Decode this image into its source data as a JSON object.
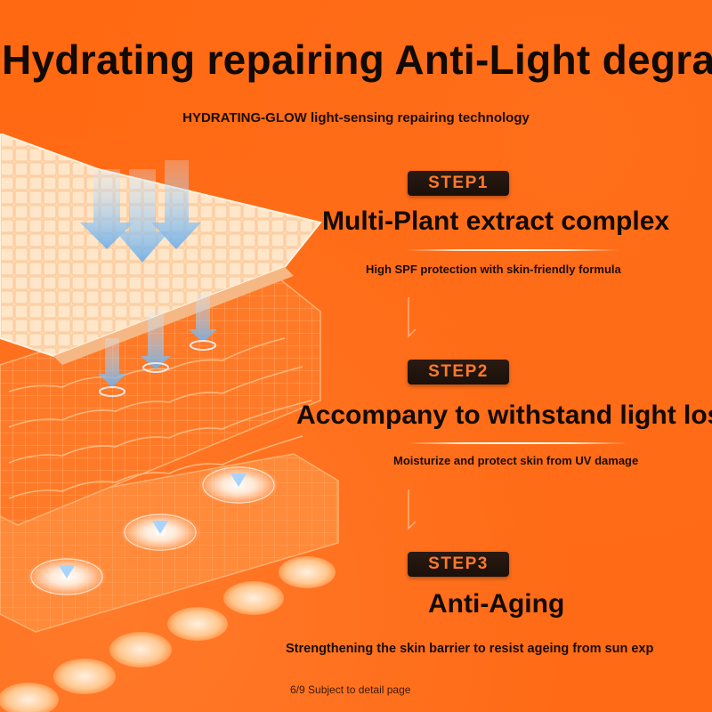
{
  "headline": "Hydrating repairing Anti-Light degra",
  "subheadline": "HYDRATING-GLOW light-sensing repairing technology",
  "steps": [
    {
      "badge": "STEP1",
      "title": "Multi-Plant extract complex",
      "desc": "High SPF protection with skin-friendly formula"
    },
    {
      "badge": "STEP2",
      "title": "Accompany to withstand light los",
      "desc": "Moisturize and protect skin from UV damage"
    },
    {
      "badge": "STEP3",
      "title": "Anti-Aging",
      "desc": "Strengthening the skin barrier to resist ageing from sun exp"
    }
  ],
  "footer": "6/9 Subject to detail page",
  "colors": {
    "background": "#ff6a14",
    "badge": "#1e120c",
    "badge_text": "#ff7a2a",
    "text": "#120a04"
  },
  "icons": [
    "skin-layers-illustration",
    "down-arrow-icon",
    "light-glow-icon"
  ]
}
